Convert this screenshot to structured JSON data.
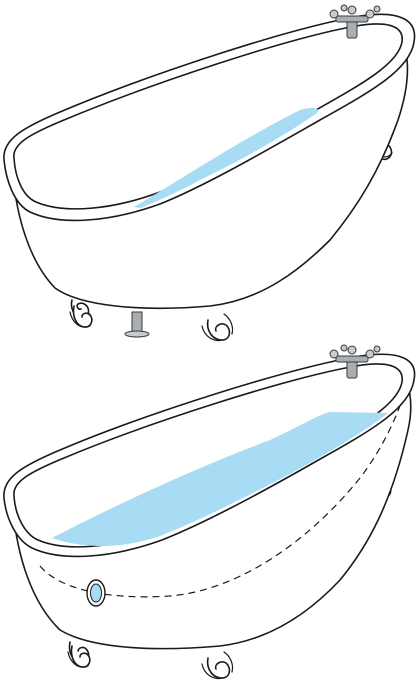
{
  "scene": {
    "tubs": [
      {
        "id": "top",
        "water_level": "low",
        "has_drain_pipe": true,
        "has_overflow_port": false,
        "has_dashed_fill_line": false
      },
      {
        "id": "bottom",
        "water_level": "high",
        "has_drain_pipe": false,
        "has_overflow_port": true,
        "has_dashed_fill_line": true
      }
    ],
    "colors": {
      "water": "#a8dcf5",
      "tub": "#ffffff",
      "outline": "#1a1a1a",
      "faucet_metal": "#a9aeb2",
      "overflow_port": "#a8dcf5"
    },
    "icons": [
      "bathtub-illustration",
      "faucet-icon",
      "claw-foot-icon",
      "drain-pipe-icon",
      "overflow-port-icon"
    ]
  }
}
